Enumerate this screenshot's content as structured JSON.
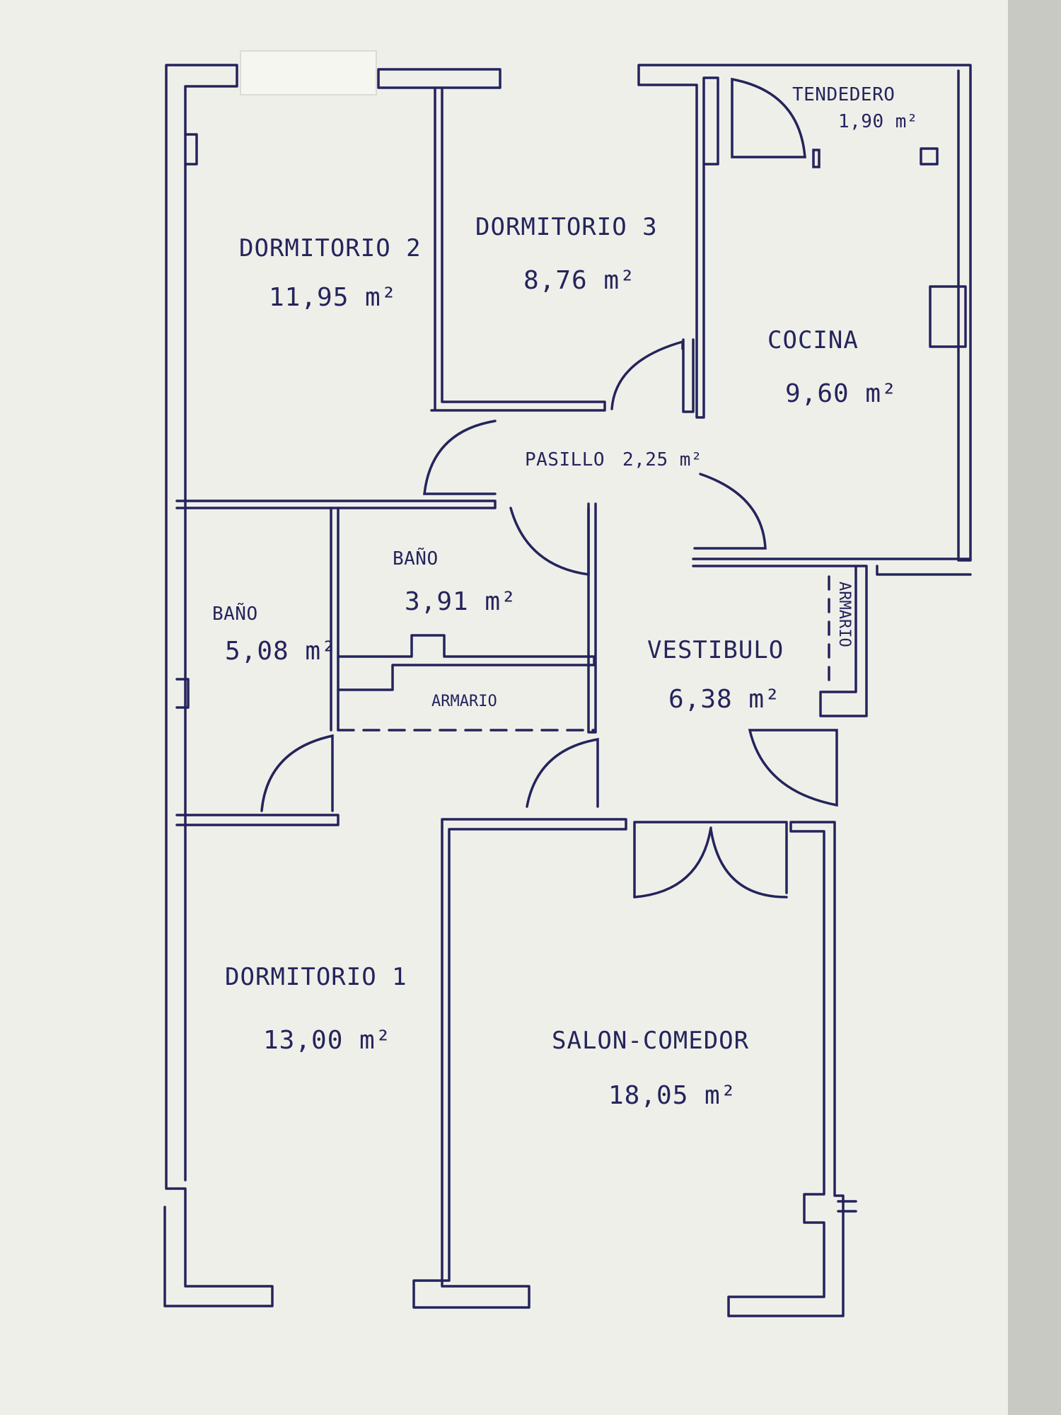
{
  "colors": {
    "ink": "#24245c",
    "paper": "#efefea",
    "background": "#c9c9c4",
    "tape": "#f6f6f0"
  },
  "rooms": {
    "dormitorio2": {
      "name": "DORMITORIO 2",
      "area": "11,95 m²"
    },
    "dormitorio3": {
      "name": "DORMITORIO 3",
      "area": "8,76 m²"
    },
    "tendedero": {
      "name": "TENDEDERO",
      "area": "1,90 m²"
    },
    "cocina": {
      "name": "COCINA",
      "area": "9,60 m²"
    },
    "pasillo": {
      "name": "PASILLO",
      "area": "2,25 m²"
    },
    "bano_small": {
      "name": "BAÑO",
      "area": "3,91 m²"
    },
    "bano_large": {
      "name": "BAÑO",
      "area": "5,08 m²"
    },
    "armario_center": {
      "name": "ARMARIO"
    },
    "armario_side": {
      "name": "ARMARIO"
    },
    "vestibulo": {
      "name": "VESTIBULO",
      "area": "6,38 m²"
    },
    "dormitorio1": {
      "name": "DORMITORIO 1",
      "area": "13,00 m²"
    },
    "salon": {
      "name": "SALON-COMEDOR",
      "area": "18,05 m²"
    }
  }
}
